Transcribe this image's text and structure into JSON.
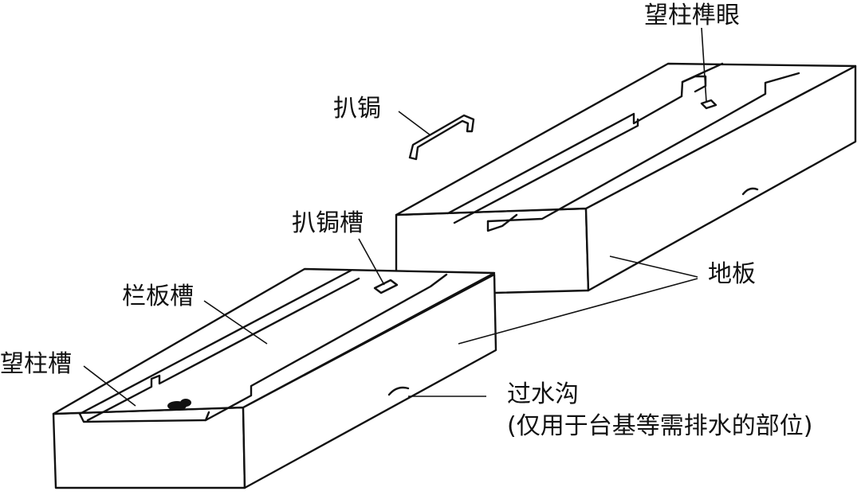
{
  "labels": {
    "post_mortise": "望柱榫眼",
    "cramp": "扒锔",
    "cramp_slot": "扒锔槽",
    "rail_groove": "栏板槽",
    "post_groove": "望柱槽",
    "floor_slab": "地板",
    "drain_line1": "过水沟",
    "drain_line2": "(仅用于台基等需排水的部位)"
  }
}
